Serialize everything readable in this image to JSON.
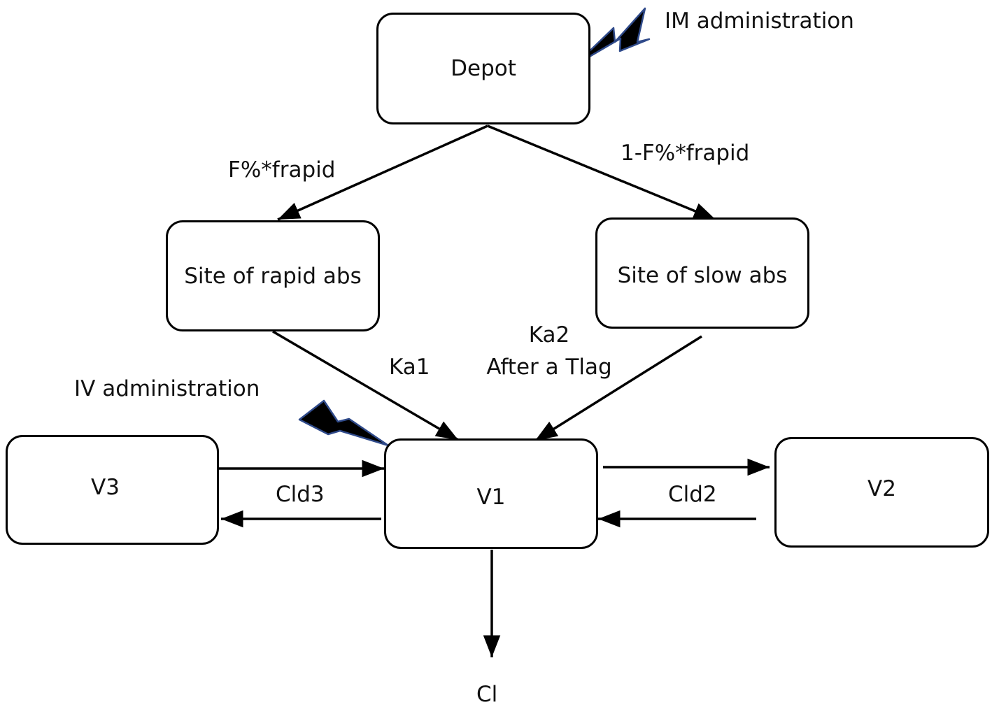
{
  "nodes": {
    "depot": "Depot",
    "rapid": "Site of rapid abs",
    "slow": "Site of slow abs",
    "v1": "V1",
    "v2": "V2",
    "v3": "V3"
  },
  "edge_labels": {
    "im_admin": "IM administration",
    "iv_admin": "IV administration",
    "f_rapid": "F%*frapid",
    "f_slow": "1-F%*frapid",
    "ka1": "Ka1",
    "ka2_line1": "Ka2",
    "ka2_line2": "After a Tlag",
    "cld3": "Cld3",
    "cld2": "Cld2",
    "cl": "Cl"
  },
  "icons": {
    "im": "lightning-bolt",
    "iv": "lightning-bolt"
  },
  "colors": {
    "bolt_fill": "#000000",
    "bolt_edge": "#2f4a8a"
  }
}
